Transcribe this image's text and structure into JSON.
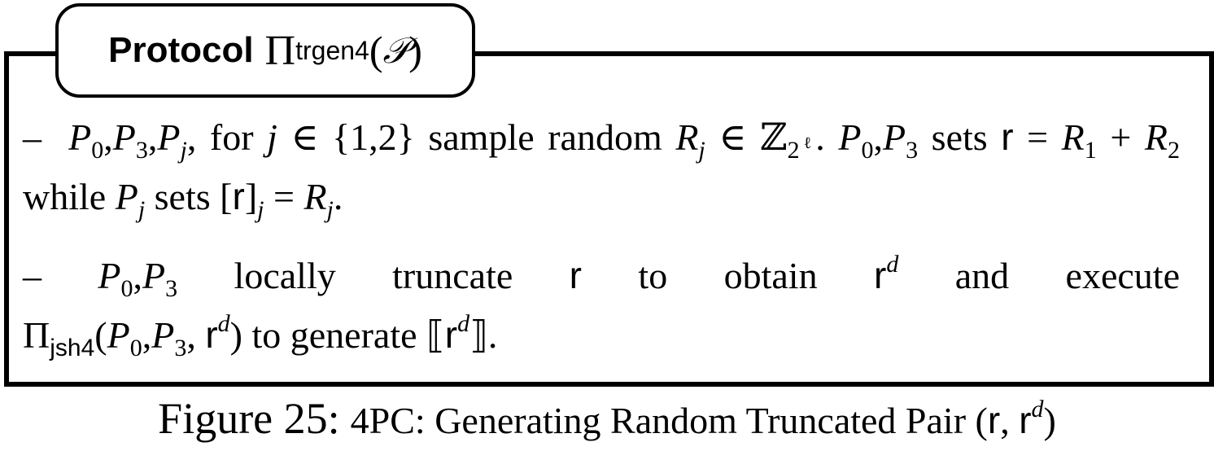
{
  "protocol": {
    "word": "Protocol",
    "pi": "Π",
    "subscript": "trgen4",
    "open_paren": "(",
    "arg": "𝒫",
    "close_paren": ")"
  },
  "steps": [
    {
      "bullet": "–",
      "text": "P0, P3, Pj, for j ∈ {1,2} sample random Rj ∈ ℤ2ℓ. P0, P3 sets r = R1 + R2 while Pj sets [r]j = Rj."
    },
    {
      "bullet": "–",
      "text": "P0, P3 locally truncate r to obtain rd and execute Πjsh4(P0, P3, rd) to generate ⟦rd⟧."
    }
  ],
  "caption": {
    "label": "Figure 25:",
    "text": "4PC: Generating Random Truncated Pair (r, rd)"
  }
}
